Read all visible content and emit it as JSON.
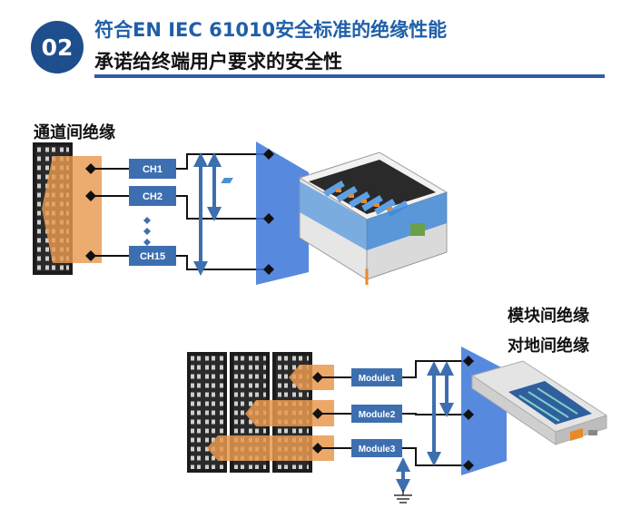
{
  "header": {
    "badge": "02",
    "title_line1": "符合EN IEC 61010安全标准的绝缘性能",
    "title_line2": "承诺给终端用户要求的安全性"
  },
  "section_top": {
    "label": "通道间绝缘",
    "channels": [
      "CH1",
      "CH2",
      "CH15"
    ]
  },
  "section_bottom": {
    "label_line1": "模块间绝缘",
    "label_line2": "对地间绝缘",
    "modules": [
      "Module1",
      "Module2",
      "Module3"
    ]
  },
  "colors": {
    "accent_blue": "#2f5da8",
    "box_fill": "#3d6fb0",
    "orange": "#e8994f",
    "barrier": "#3a74d8"
  }
}
